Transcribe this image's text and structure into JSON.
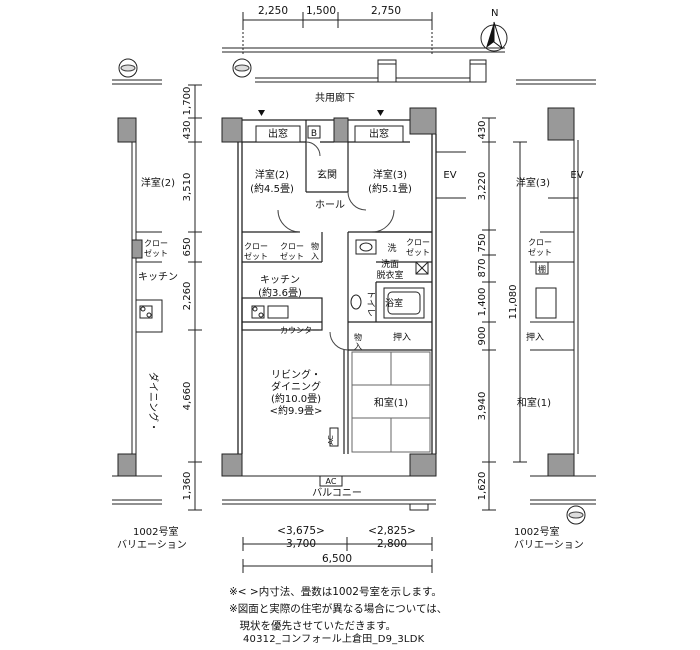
{
  "dimensions": {
    "top": [
      "2,250",
      "1,500",
      "2,750"
    ],
    "bottom_inner": [
      "<3,675>",
      "<2,825>"
    ],
    "bottom_outer": [
      "3,700",
      "2,800"
    ],
    "bottom_total": "6,500",
    "left": [
      "1,700",
      "430",
      "3,510",
      "650",
      "2,260",
      "4,660",
      "1,360"
    ],
    "right": [
      "430",
      "3,220",
      "750",
      "870",
      "1,400",
      "900",
      "3,940",
      "1,620"
    ],
    "right_total": "11,080"
  },
  "rooms": {
    "corridor": "共用廊下",
    "bay_left": "出窓",
    "bay_right": "出窓",
    "b_box": "B",
    "western2": [
      "洋室(2)",
      "(約4.5畳)"
    ],
    "entrance": "玄関",
    "western3": [
      "洋室(3)",
      "(約5.1畳)"
    ],
    "ev": "EV",
    "hall": "ホール",
    "closet": [
      "クロー",
      "ゼット"
    ],
    "storage": [
      "物",
      "入"
    ],
    "wash": "洗",
    "washroom": [
      "洗面",
      "脱衣室"
    ],
    "toilet": "トイレ",
    "bath": "浴室",
    "kitchen": [
      "キッチン",
      "(約3.6畳)"
    ],
    "counter": "カウンター",
    "oshiire": "押入",
    "living": [
      "リビング・",
      "ダイニング",
      "(約10.0畳)",
      "<約9.9畳>"
    ],
    "japanese": "和室(1)",
    "ac": "AC",
    "balcony": "バルコニー"
  },
  "variation_left": {
    "western2": "洋室(2)",
    "closet": [
      "クロー",
      "ゼット"
    ],
    "kitchen": "キッチン",
    "dining": "ダイニング・",
    "caption": [
      "1002号室",
      "バリエーション"
    ]
  },
  "variation_right": {
    "western3": "洋室(3)",
    "ev": "EV",
    "closet": [
      "クロー",
      "ゼット"
    ],
    "storage": "棚",
    "oshiire": "押入",
    "japanese": "和室(1)",
    "caption": [
      "1002号室",
      "バリエーション"
    ]
  },
  "compass": "N",
  "notes": [
    "※< >内寸法、畳数は1002号室を示します。",
    "※図面と実際の住宅が異なる場合については、",
    "　現状を優先させていただきます。"
  ],
  "file_label": "40312_コンフォール上倉田_D9_3LDK"
}
